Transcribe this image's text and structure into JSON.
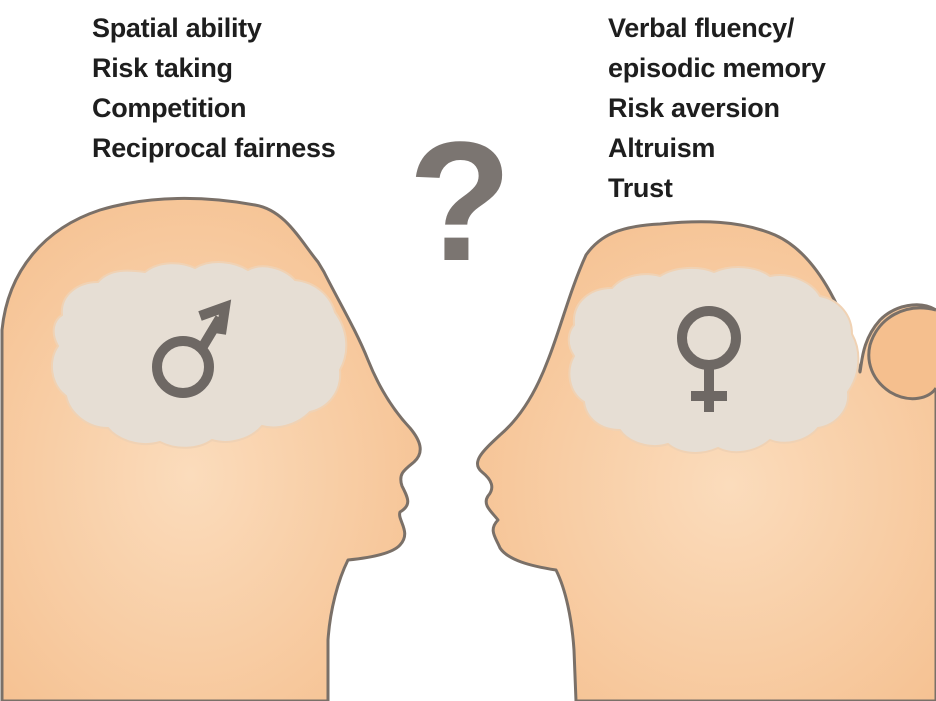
{
  "male": {
    "traits": [
      "Spatial ability",
      "Risk taking",
      "Competition",
      "Reciprocal fairness"
    ],
    "symbol": "male-symbol-icon"
  },
  "female": {
    "traits": [
      "Verbal fluency/",
      "episodic memory",
      "Risk aversion",
      "Altruism",
      "Trust"
    ],
    "symbol": "female-symbol-icon"
  },
  "center_mark": "?",
  "colors": {
    "skin": "#f5bf8e",
    "skin_light": "#fbdcbc",
    "outline": "#7a7068",
    "brain": "#e6ded4",
    "brain_outline": "#f0d2b4",
    "symbol": "#6e6864",
    "question_mark": "#7b7571",
    "text": "#1e1e1e"
  }
}
